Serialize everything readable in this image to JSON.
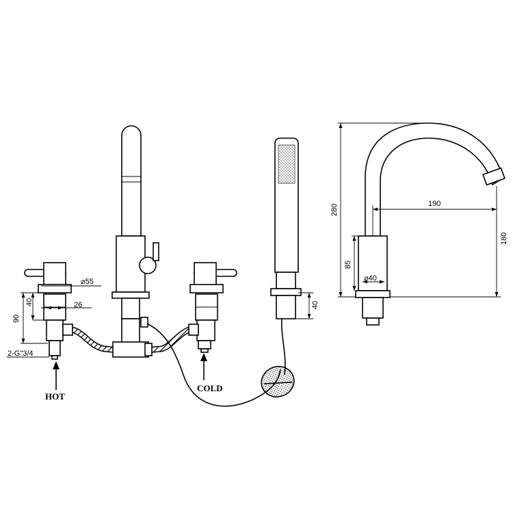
{
  "labels": {
    "hot": "HOT",
    "cold": "COLD"
  },
  "dimensions": {
    "left_valve_diameter": "⌀55",
    "left_valve_height": "40",
    "left_valve_offset": "26",
    "left_total_height": "90",
    "thread_spec": "2-G\"3/4",
    "handshower_base_height": "40",
    "spout_height": "280",
    "spout_reach": "190",
    "spout_outlet_height": "180",
    "spout_body_height": "85",
    "spout_body_diameter": "⌀40"
  }
}
